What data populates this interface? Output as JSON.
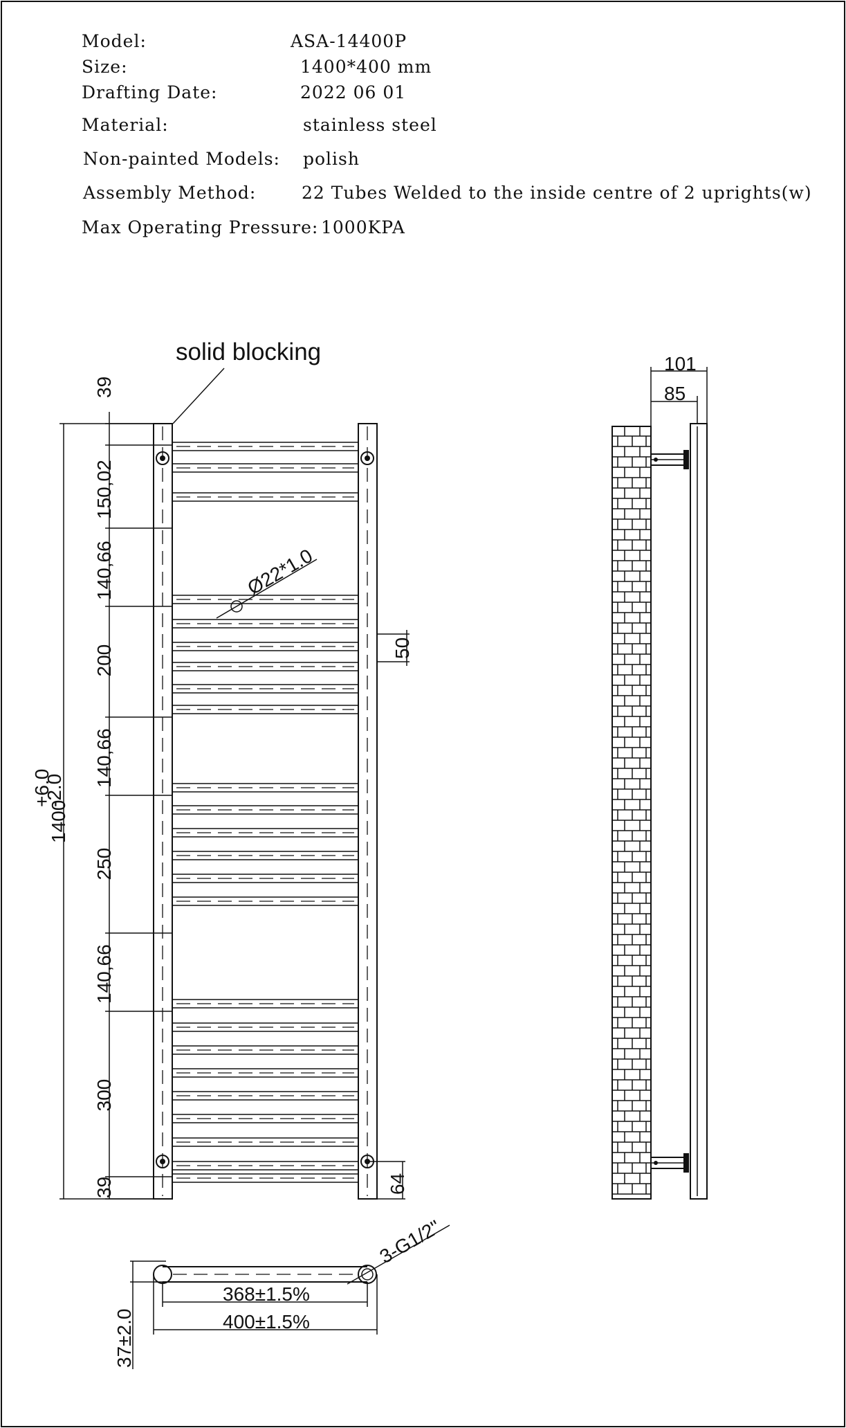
{
  "specs": [
    {
      "label": "Model:",
      "value": "ASA-14400P"
    },
    {
      "label": "Size:",
      "value": "1400*400 mm"
    },
    {
      "label": "Drafting Date:",
      "value": "2022 06 01"
    },
    {
      "label": "Material:",
      "value": "stainless steel"
    },
    {
      "label": "Non-painted Models:",
      "value": "polish"
    },
    {
      "label": "Assembly Method:",
      "value": "22 Tubes Welded to the inside centre of 2 uprights(w)"
    },
    {
      "label": "Max Operating Pressure:",
      "value": "1000KPA"
    }
  ],
  "front_view": {
    "callout": "solid blocking",
    "tube_dia": "Ø22*1.0",
    "height_main": "1400",
    "height_tol_plus": "+6.0",
    "height_tol_minus": "-2.0",
    "segments": [
      "39",
      "150,02",
      "140,66",
      "200",
      "140,66",
      "250",
      "140,66",
      "300",
      "39"
    ],
    "pitch": "50",
    "bottom_offset": "64"
  },
  "side_view": {
    "depth_outer": "101",
    "depth_inner": "85"
  },
  "plan_view": {
    "valve": "3-G1/2\"",
    "centres": "368±1.5%",
    "width": "400±1.5%",
    "projection": "37±2.0"
  }
}
